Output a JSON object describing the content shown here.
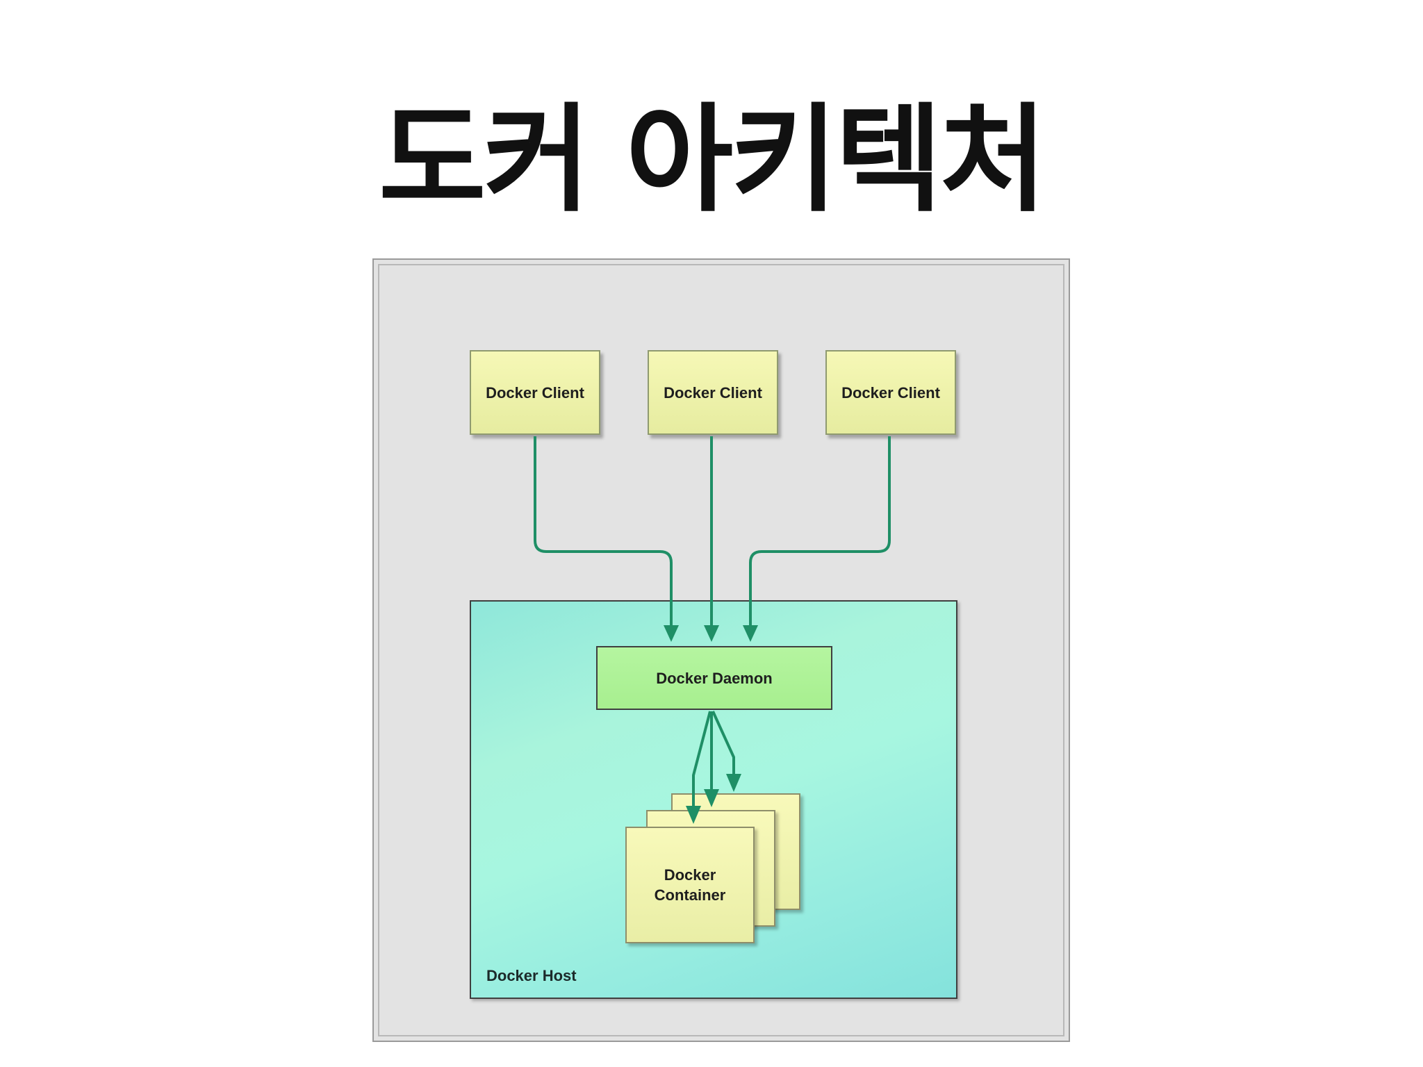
{
  "title": "도커 아키텍처",
  "diagram": {
    "clients": [
      {
        "label": "Docker Client"
      },
      {
        "label": "Docker Client"
      },
      {
        "label": "Docker Client"
      }
    ],
    "daemon": {
      "label": "Docker Daemon"
    },
    "container": {
      "label_line1": "Docker",
      "label_line2": "Container"
    },
    "host": {
      "label": "Docker Host"
    },
    "colors": {
      "arrow": "#1f8f66",
      "client_fill": "#eef2a8",
      "daemon_fill": "#aef196",
      "host_fill": "#a0f0dd",
      "frame_fill": "#e3e3e3"
    }
  }
}
